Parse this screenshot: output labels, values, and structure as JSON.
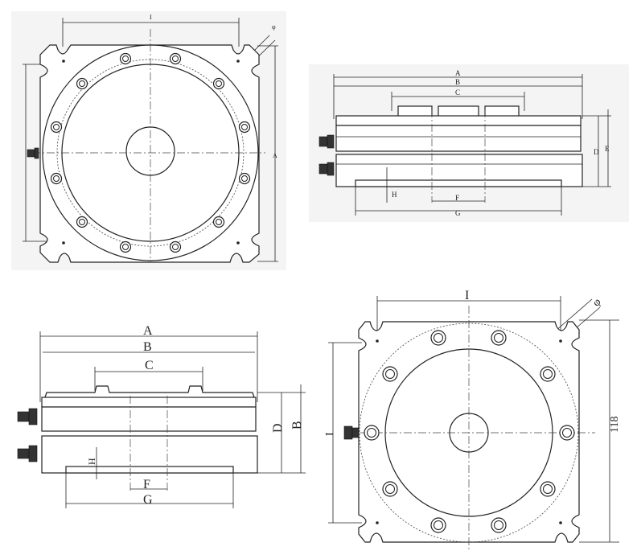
{
  "views": {
    "top_left": {
      "dims": {
        "I": "I",
        "A": "A",
        "phi": "φ"
      }
    },
    "top_right": {
      "dims": {
        "A": "A",
        "B": "B",
        "C": "C",
        "D": "D",
        "E": "E",
        "F": "F",
        "G": "G",
        "H": "H"
      }
    },
    "bottom_left": {
      "dims": {
        "A": "A",
        "B": "B",
        "C": "C",
        "D": "D",
        "E": "B",
        "F": "F",
        "G": "G",
        "H": "H"
      }
    },
    "bottom_right": {
      "dims": {
        "I_top": "I",
        "I_left": "I",
        "right": "118",
        "phi": "φ"
      }
    }
  }
}
